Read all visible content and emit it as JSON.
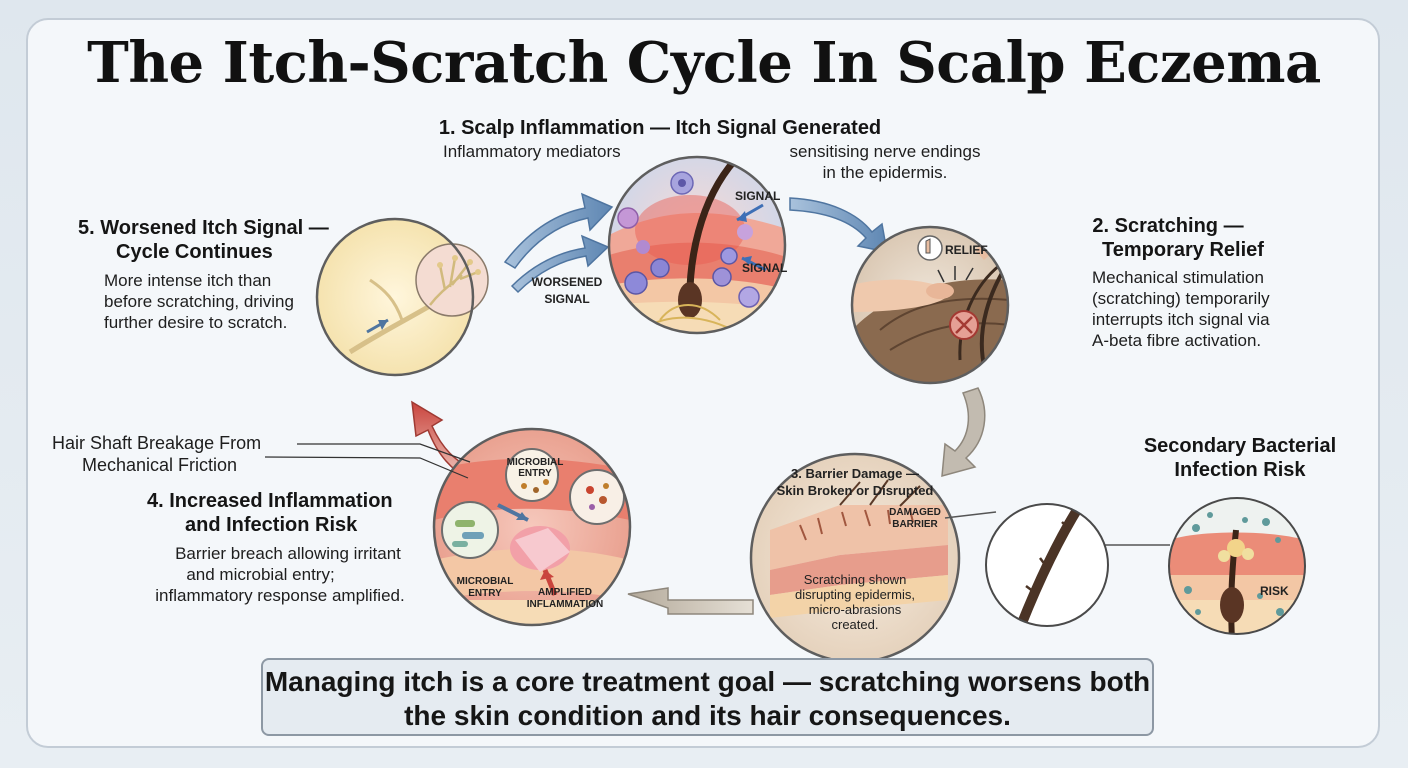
{
  "title": "The Itch-Scratch Cycle In Scalp Eczema",
  "stages": {
    "s1": {
      "heading": "1. Scalp Inflammation — Itch Signal Generated",
      "body_left": "Inflammatory mediators",
      "body_right_1": "sensitising nerve endings",
      "body_right_2": "in the epidermis.",
      "labels": [
        "SIGNAL",
        "SIGNAL"
      ]
    },
    "s2": {
      "heading_1": "2. Scratching —",
      "heading_2": "Temporary Relief",
      "body": [
        "Mechanical stimulation",
        "(scratching) temporarily",
        "interrupts itch signal via",
        "A-beta fibre activation."
      ],
      "label": "RELIEF"
    },
    "s3": {
      "heading_1": "3. Barrier Damage —",
      "heading_2": "Skin Broken or Disrupted",
      "label": [
        "DAMAGED",
        "BARRIER"
      ],
      "caption": [
        "Scratching shown",
        "disrupting epidermis,",
        "micro-abrasions",
        "created."
      ]
    },
    "s4": {
      "heading_1": "4. Increased Inflammation",
      "heading_2": "and Infection Risk",
      "body": [
        "Barrier breach allowing irritant",
        "and microbial entry;",
        "inflammatory response amplified."
      ],
      "labels": {
        "microbial_entry_top": [
          "MICROBIAL",
          "ENTRY"
        ],
        "microbial_entry_bottom": [
          "MICROBIAL",
          "ENTRY"
        ],
        "amplified": [
          "AMPLIFIED",
          "INFLAMMATION"
        ]
      }
    },
    "s5": {
      "heading_1": "5. Worsened Itch Signal —",
      "heading_2": "Cycle Continues",
      "body": [
        "More intense itch than",
        "before scratching, driving",
        "further desire to scratch."
      ]
    }
  },
  "worsened_signal": [
    "WORSENED",
    "SIGNAL"
  ],
  "hair_breakage": [
    "Hair Shaft Breakage From",
    "Mechanical Friction"
  ],
  "secondary": {
    "heading_1": "Secondary Bacterial",
    "heading_2": "Infection Risk",
    "label": "RISK"
  },
  "footer": {
    "line_1": "Managing itch is a core treatment goal — scratching worsens both",
    "line_2": "the skin condition and its hair consequences."
  },
  "colors": {
    "arrow_blue": "#6f94bd",
    "arrow_grey": "#b9b1a4",
    "arrow_red": "#c9534c",
    "skin_pink": "#efb9a8",
    "inflamed_red": "#e2574f"
  }
}
